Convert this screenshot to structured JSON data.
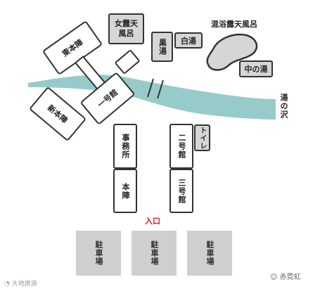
{
  "map": {
    "colors": {
      "river": "#97cbc9",
      "outline": "#333333",
      "gray_fill": "#d6d6d6",
      "parking": "#cfcfcf",
      "entrance": "#d01c1c"
    },
    "buildings": {
      "higashi_honjin": "東本陣",
      "shin_honjin": "新本陣",
      "ichigo_kan": "一号館",
      "jimusho": "事務所",
      "honjin": "本陣",
      "nigo_kan": "二号館",
      "sango_kan": "三号館",
      "toilet": "トイレ"
    },
    "baths": {
      "women_outdoor": "女露天風呂",
      "kuro_yu": "黒湯",
      "shiro_yu": "白湯",
      "mixed_outdoor": "混浴露天風呂",
      "naka_no_yu": "中の湯"
    },
    "river_label": "湯の沢",
    "entrance_label": "入口",
    "parking": [
      "駐車場",
      "駐車場",
      "駐車場"
    ],
    "watermarks": {
      "left": "大地旅游",
      "right": "赤霓虹"
    }
  }
}
